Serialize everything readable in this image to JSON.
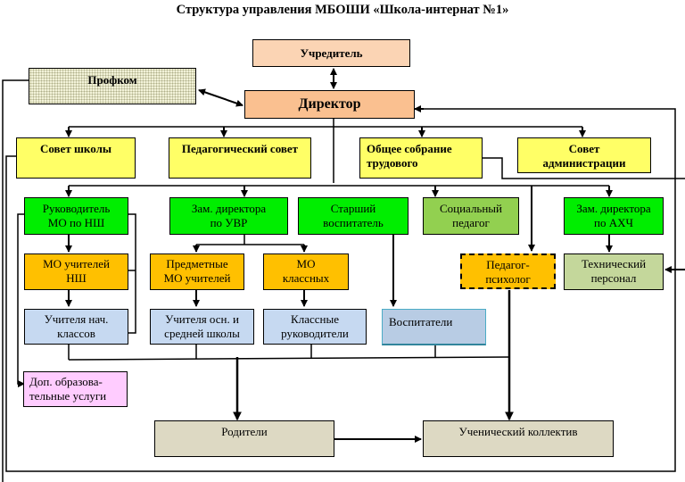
{
  "title": "Структура управления МБОШИ «Школа-интернат №1»",
  "nodes": {
    "founder": "Учредитель",
    "profkom": "Профком",
    "director": "Директор",
    "school_council": "Совет школы",
    "ped_council": "Педагогический совет",
    "general_meeting": [
      "Общее собрание",
      "трудового"
    ],
    "admin_council": [
      "Совет",
      "администрации"
    ],
    "head_mo_ns": [
      "Руководитель",
      "МО по НШ"
    ],
    "deputy_uvr": [
      "Зам. директора",
      "по УВР"
    ],
    "senior_educator": [
      "Старший",
      "воспитатель"
    ],
    "social_pedagogue": [
      "Социальный",
      "педагог"
    ],
    "deputy_ahch": [
      "Зам. директора",
      "по АХЧ"
    ],
    "mo_teachers_ns": [
      "МО учителей",
      "НШ"
    ],
    "subject_mo": [
      "Предметные",
      "МО учителей"
    ],
    "mo_class": [
      "МО",
      "классных"
    ],
    "psychologist": [
      "Педагог-",
      "психолог"
    ],
    "tech_staff": [
      "Технический",
      "персонал"
    ],
    "primary_teachers": [
      "Учителя нач.",
      "классов"
    ],
    "secondary_teachers": [
      "Учителя осн. и",
      "средней школы"
    ],
    "class_leaders": [
      "Классные",
      "руководители"
    ],
    "educators": "Воспитатели",
    "extra_services": [
      "Доп. образова-",
      "тельные услуги"
    ],
    "parents": "Родители",
    "students": "Ученический коллектив"
  },
  "colors": {
    "founder": "#fbd4b4",
    "director": "#fac090",
    "council": "#ffff66",
    "deputy": "#00ee00",
    "social": "#92d050",
    "mo": "#ffc000",
    "teachers": "#c6d9f1",
    "tech": "#c4d79b",
    "extra": "#ffccff",
    "bottom": "#ddd9c3"
  }
}
